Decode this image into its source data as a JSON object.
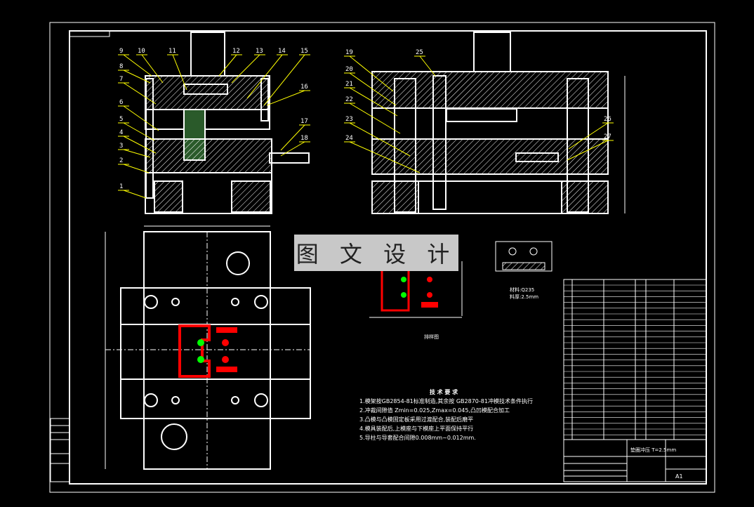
{
  "watermark": "图 文 设 计",
  "part_callouts": [
    "1",
    "2",
    "3",
    "4",
    "5",
    "6",
    "7",
    "8",
    "9",
    "10",
    "11",
    "12",
    "13",
    "14",
    "15",
    "16",
    "17",
    "18",
    "19",
    "20",
    "21",
    "22",
    "23",
    "24",
    "25",
    "26",
    "27"
  ],
  "strip_label": "排样图",
  "section_note": [
    "材料:Q235",
    "料厚:2.5mm"
  ],
  "tech_requirements": {
    "title": "技 术 要 求",
    "lines": [
      "1.模架按GB2854-81标准制造,其余按 GB2870-81冲模技术条件执行",
      "2.冲裁间隙值 Zmin=0.025,Zmax=0.045,凸凹模配合加工",
      "3.凸模与凸模固定板采用过渡配合,装配后磨平",
      "4.模具装配后,上模座与下模座上平面保持平行",
      "5.导柱与导套配合间隙0.008mm~0.012mm."
    ]
  },
  "title_block": {
    "part_name": "垫圈冲压 T=2.5mm",
    "scale": "A1"
  },
  "colors": {
    "background": "#000000",
    "line": "#ffffff",
    "hatch": "#ffffff",
    "callout": "#ffff00",
    "part": "#ff0000",
    "hole": "#00ff00",
    "watermark_bg": "#c8c8c8"
  }
}
